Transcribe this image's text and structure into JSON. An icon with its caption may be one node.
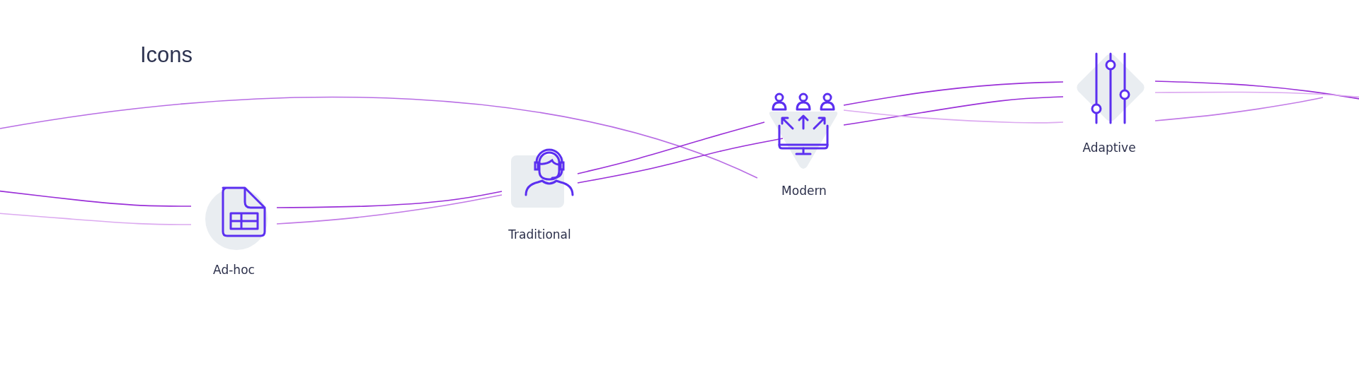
{
  "diagram": {
    "title": "Icons",
    "nodes": [
      {
        "text": [
          "Ad-hoc"
        ]
      },
      {
        "text": [
          "Traditional"
        ]
      },
      {
        "text": [
          "Modern"
        ]
      },
      {
        "text": [
          "Adaptive"
        ]
      }
    ],
    "edges": [
      {
        "from": null,
        "to": 0,
        "arrow": "none"
      },
      {
        "from": null,
        "to": 0,
        "arrow": "none",
        "color": "#dcaaf0"
      },
      {
        "from": 0,
        "to": 1,
        "arrow": "none"
      },
      {
        "from": 0,
        "to": 1,
        "arrow": "none",
        "color": "#c27ae6"
      },
      {
        "from": 1,
        "to": 2,
        "arrow": "none"
      },
      {
        "from": 1,
        "to": 2,
        "arrow": "none"
      },
      {
        "from": 2,
        "to": 3,
        "arrow": "none"
      },
      {
        "from": 2,
        "to": 3,
        "arrow": "none"
      },
      {
        "from": 2,
        "to": 3,
        "arrow": "none",
        "color": "#dcaaf0"
      },
      {
        "from": 3,
        "to": null,
        "arrow": "none"
      },
      {
        "from": 3,
        "to": null,
        "arrow": "none",
        "color": "#c27ae6"
      },
      {
        "from": 3,
        "to": null,
        "arrow": "none",
        "color": "#dcaaf0"
      }
    ]
  }
}
